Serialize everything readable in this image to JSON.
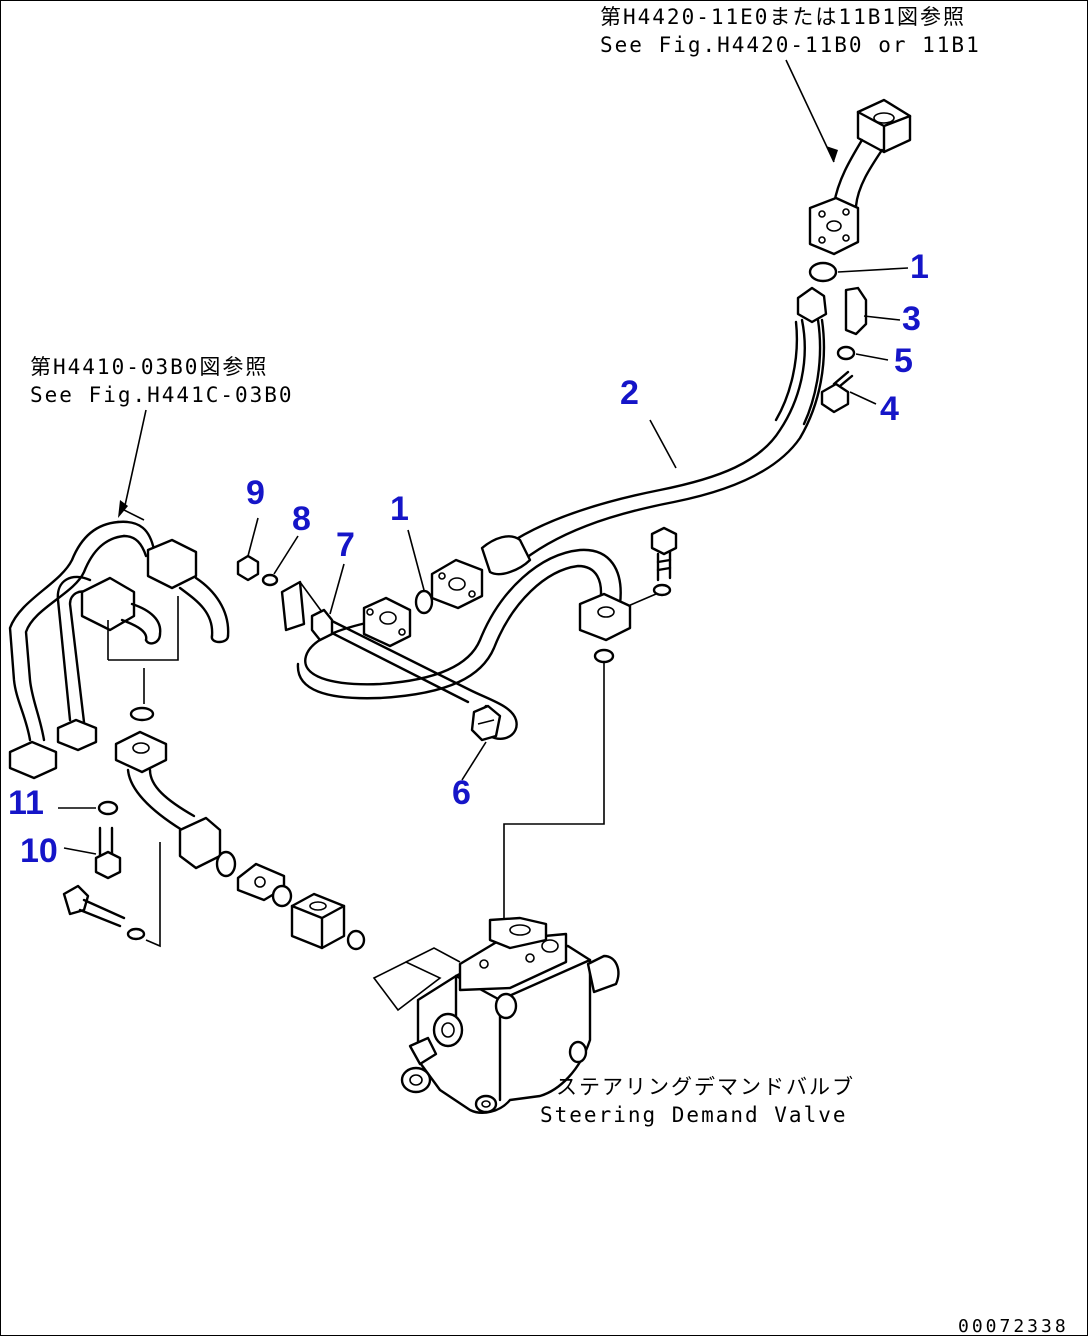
{
  "references": {
    "top_jp": "第H4420-11E0または11B1図参照",
    "top_en": "See Fig.H4420-11B0 or 11B1",
    "left_jp": "第H4410-03B0図参照",
    "left_en": "See Fig.H441C-03B0",
    "valve_jp": "ステアリングデマンドバルブ",
    "valve_en": "Steering Demand Valve"
  },
  "callouts": [
    "1",
    "3",
    "5",
    "4",
    "2",
    "9",
    "8",
    "7",
    "1",
    "6",
    "11",
    "10"
  ],
  "doc_id": "00072338",
  "colors": {
    "callout": "#1515c8",
    "line": "#000000",
    "background": "#ffffff"
  }
}
